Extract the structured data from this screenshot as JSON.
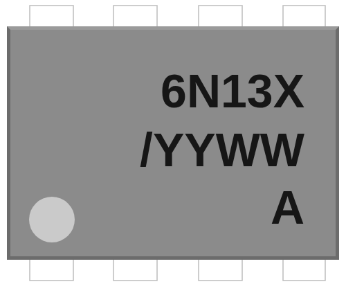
{
  "diagram": {
    "nodes": [
      {
        "text": [
          "6N13X",
          "/YYWW",
          "A"
        ]
      }
    ]
  }
}
